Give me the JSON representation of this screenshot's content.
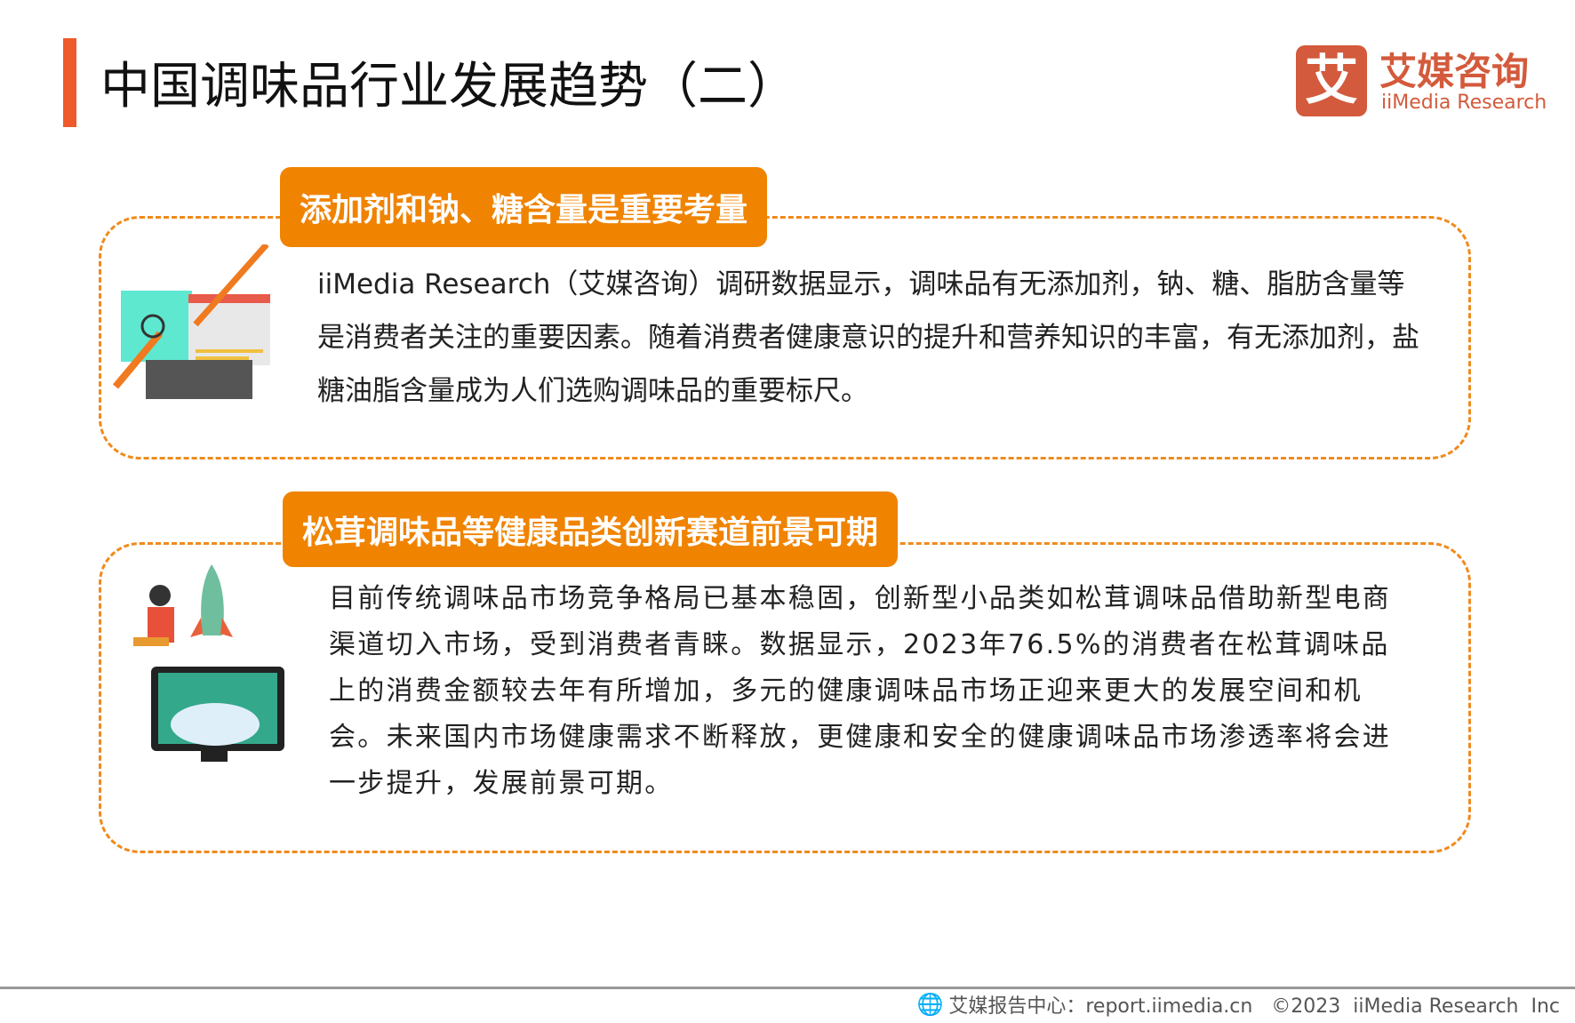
{
  "header": {
    "title": "中国调味品行业发展趋势（二）"
  },
  "logo": {
    "mark": "艾",
    "cn": "艾媒咨询",
    "en": "iiMedia Research"
  },
  "sections": [
    {
      "label": "添加剂和钠、糖含量是重要考量",
      "body": "iiMedia Research（艾媒咨询）调研数据显示，调味品有无添加剂，钠、糖、脂肪含量等是消费者关注的重要因素。随着消费者健康意识的提升和营养知识的丰富，有无添加剂，盐糖油脂含量成为人们选购调味品的重要标尺。"
    },
    {
      "label": "松茸调味品等健康品类创新赛道前景可期",
      "body": "目前传统调味品市场竞争格局已基本稳固，创新型小品类如松茸调味品借助新型电商渠道切入市场，受到消费者青睐。数据显示，2023年76.5%的消费者在松茸调味品上的消费金额较去年有所增加，多元的健康调味品市场正迎来更大的发展空间和机会。未来国内市场健康需求不断释放，更健康和安全的健康调味品市场渗透率将会进一步提升，发展前景可期。"
    }
  ],
  "footer": {
    "text": "艾媒报告中心：report.iimedia.cn   ©2023  iiMedia Research  Inc"
  },
  "colors": {
    "accent": "#f08300",
    "brand": "#d35a3c"
  }
}
